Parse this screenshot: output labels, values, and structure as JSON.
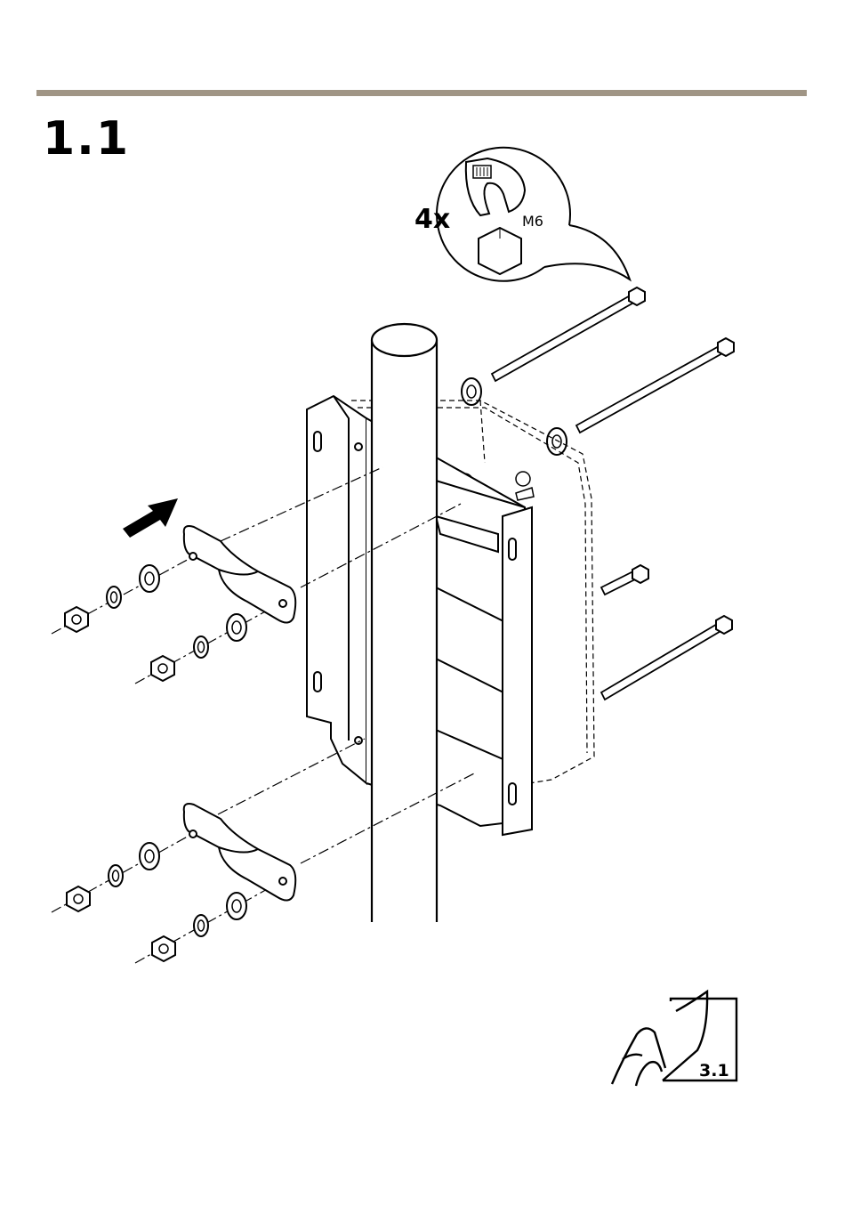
{
  "step": {
    "number": "1.1"
  },
  "callout": {
    "quantity": "4x",
    "thread_size": "M6"
  },
  "page_reference": {
    "label": "3.1"
  },
  "colors": {
    "rule": "#a09585",
    "line": "#000000",
    "background": "#ffffff"
  },
  "icons": {
    "wrench": "wrench-icon",
    "hex_bolt": "hex-bolt-icon",
    "page_turn": "page-turn-icon",
    "direction_arrow": "arrow-icon"
  }
}
